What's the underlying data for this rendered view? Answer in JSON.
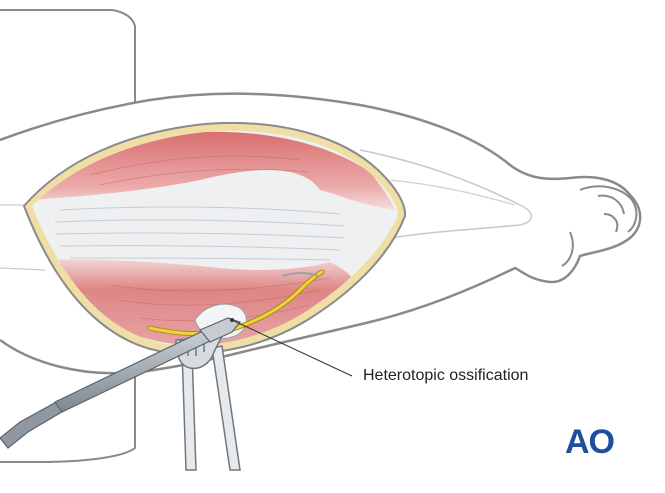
{
  "illustration": {
    "subject": "Surgical exposure of the arm with retractors",
    "callouts": [
      {
        "label": "Heterotopic ossification"
      }
    ]
  },
  "logo": {
    "text": "AO"
  },
  "colors": {
    "outline": "#8a8a8a",
    "muscle": "#e8a0a0",
    "muscle_dark": "#d27d7d",
    "fascia": "#eef0f2",
    "fat_border": "#e9d79a",
    "nerve": "#f2d23a",
    "instrument": "#9aa3ab",
    "logo": "#1d4f9c"
  }
}
